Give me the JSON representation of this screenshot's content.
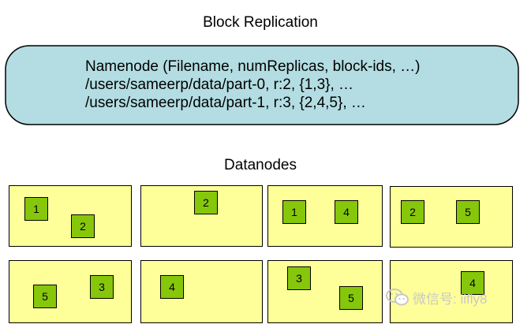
{
  "title": "Block Replication",
  "namenode": {
    "lines": [
      "Namenode (Filename, numReplicas, block-ids, …)",
      "/users/sameerp/data/part-0, r:2, {1,3}, …",
      "/users/sameerp/data/part-1, r:3, {2,4,5}, …"
    ]
  },
  "datanodes_label": "Datanodes",
  "datanodes": [
    {
      "blocks": [
        "1",
        "2"
      ]
    },
    {
      "blocks": [
        "2"
      ]
    },
    {
      "blocks": [
        "1",
        "4"
      ]
    },
    {
      "blocks": [
        "2",
        "5"
      ]
    },
    {
      "blocks": [
        "5",
        "3"
      ]
    },
    {
      "blocks": [
        "4"
      ]
    },
    {
      "blocks": [
        "3",
        "5"
      ]
    },
    {
      "blocks": [
        "4"
      ]
    }
  ],
  "watermark": {
    "icon": "wechat-icon",
    "text": "微信号: iifly8"
  },
  "colors": {
    "namenode_fill": "#b3dde2",
    "datanode_fill": "#ffff99",
    "block_fill": "#86c70b"
  }
}
